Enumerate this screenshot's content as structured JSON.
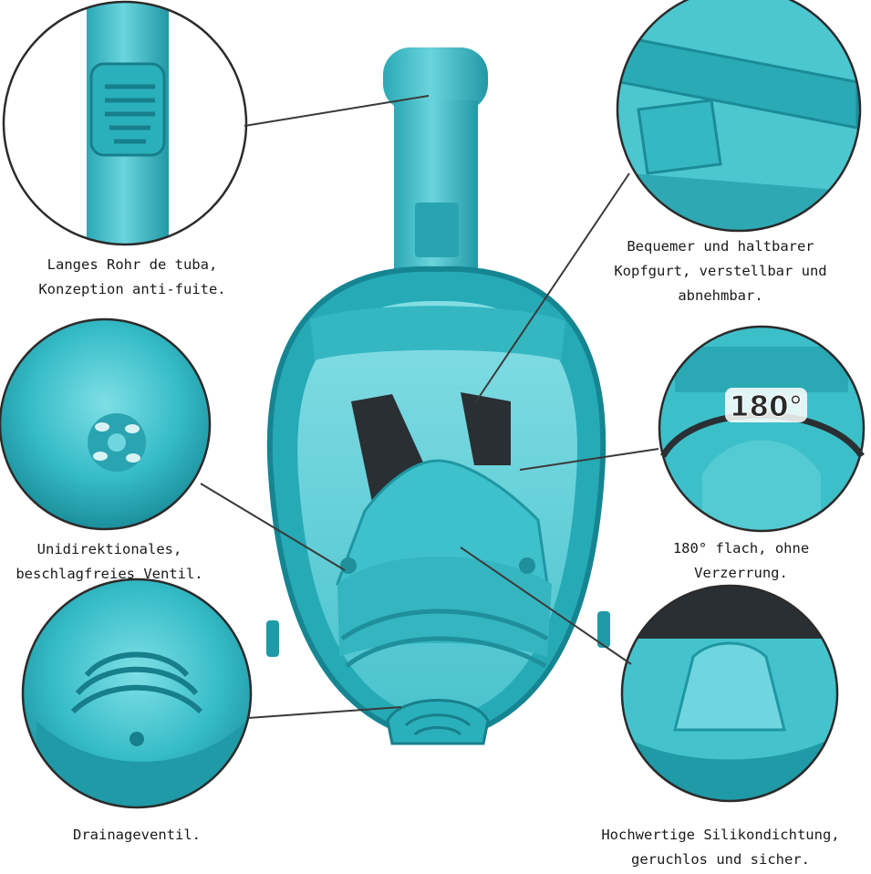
{
  "captions": {
    "snorkel": {
      "line1": "Langes Rohr de tuba,",
      "line2": "Konzeption anti-fuite."
    },
    "strap": {
      "line1": "Bequemer und haltbarer",
      "line2": "Kopfgurt, verstellbar und",
      "line3": "abnehmbar."
    },
    "valve": {
      "line1": "Unidirektionales,",
      "line2": "beschlagfreies Ventil."
    },
    "view": {
      "line1": "180° flach, ohne",
      "line2": "Verzerrung."
    },
    "drain": {
      "line1": "Drainageventil."
    },
    "seal": {
      "line1": "Hochwertige Silikondichtung,",
      "line2": "geruchlos und sicher."
    }
  },
  "badge": {
    "angle_text": "180°"
  },
  "colors": {
    "mask": "#2fb8c4",
    "mask_dark": "#1c8f9c",
    "mask_light": "#6fd6df",
    "strap": "#2a2f33",
    "bg": "#ffffff",
    "leader": "#3a3a3a"
  }
}
